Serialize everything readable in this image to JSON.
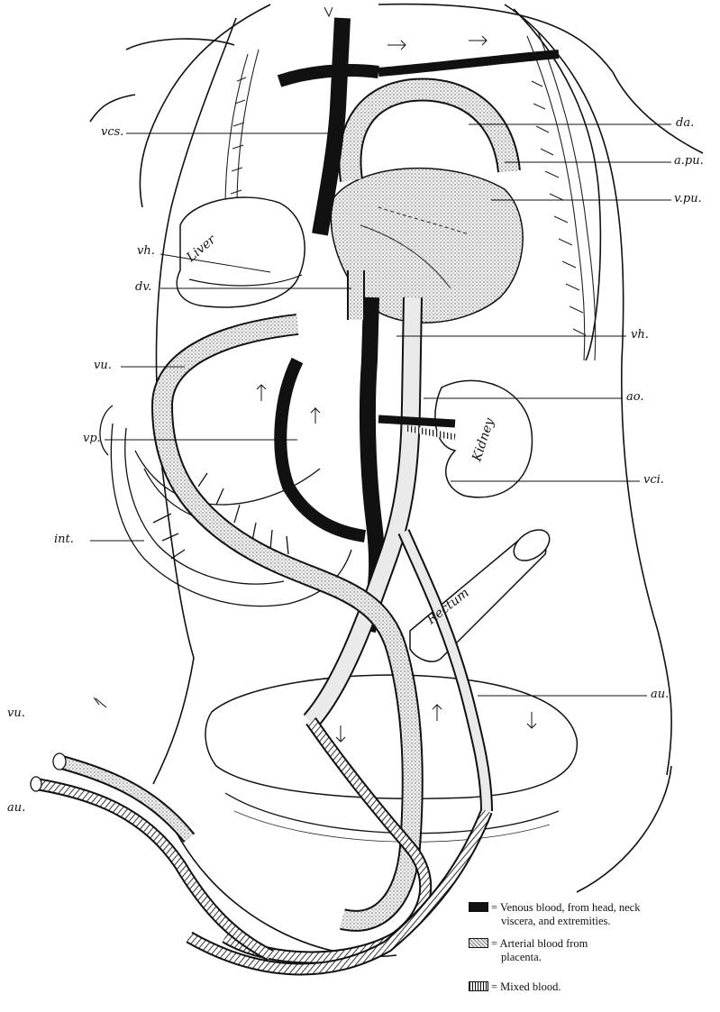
{
  "labels": {
    "vcs": "vcs.",
    "da": "da.",
    "a_pu": "a.pu.",
    "v_pu": "v.pu.",
    "vh_left": "vh.",
    "dv": "dv.",
    "vh_right": "vh.",
    "vu_left": "vu.",
    "ao": "ao.",
    "vp": "vp.",
    "vci": "vci.",
    "int": "int.",
    "au_right": "au.",
    "vu_cord": "vu.",
    "au_cord": "au."
  },
  "organs": {
    "liver": "Liver",
    "kidney": "Kidney",
    "rectum": "Rectum"
  },
  "legend": {
    "venous_line1": "= Venous blood, from head, neck",
    "venous_line2": "viscera, and extremities.",
    "arterial_line1": "= Arterial blood from",
    "arterial_line2": "placenta.",
    "mixed": "= Mixed blood."
  },
  "colors": {
    "ink": "#111111",
    "paper": "#ffffff"
  }
}
